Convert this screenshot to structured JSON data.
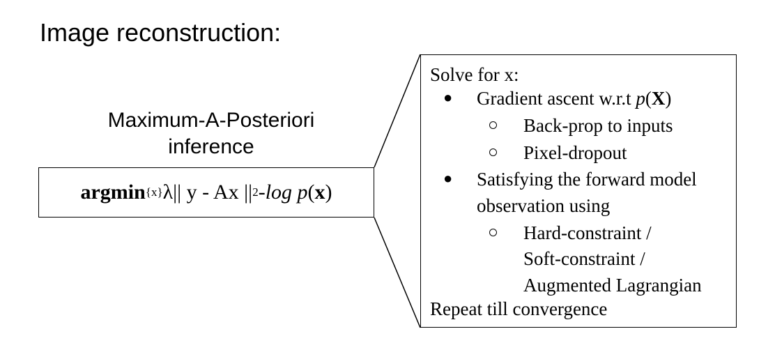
{
  "title": "Image reconstruction:",
  "subtitle": {
    "line1": "Maximum-A-Posteriori",
    "line2": "inference"
  },
  "formula": {
    "op": "argmin",
    "sub": "{x}",
    "term1": " λ|| y - Ax ||",
    "norm_sub": "2",
    "minus": " - ",
    "log": "log p",
    "paren_open": "(",
    "x_var": "x",
    "paren_close": ")"
  },
  "details": {
    "heading": "Solve for x:",
    "bullet1": {
      "text": "Gradient ascent w.r.t ",
      "p": "p",
      "paren_open": "(",
      "var": "X",
      "paren_close": ")"
    },
    "sub1a": "Back-prop to inputs",
    "sub1b": "Pixel-dropout",
    "bullet2_line1": "Satisfying the forward model",
    "bullet2_line2": "observation using",
    "sub2_line1": "Hard-constraint /",
    "sub2_line2": "Soft-constraint /",
    "sub2_line3": "Augmented Lagrangian",
    "footer": "Repeat till convergence"
  }
}
